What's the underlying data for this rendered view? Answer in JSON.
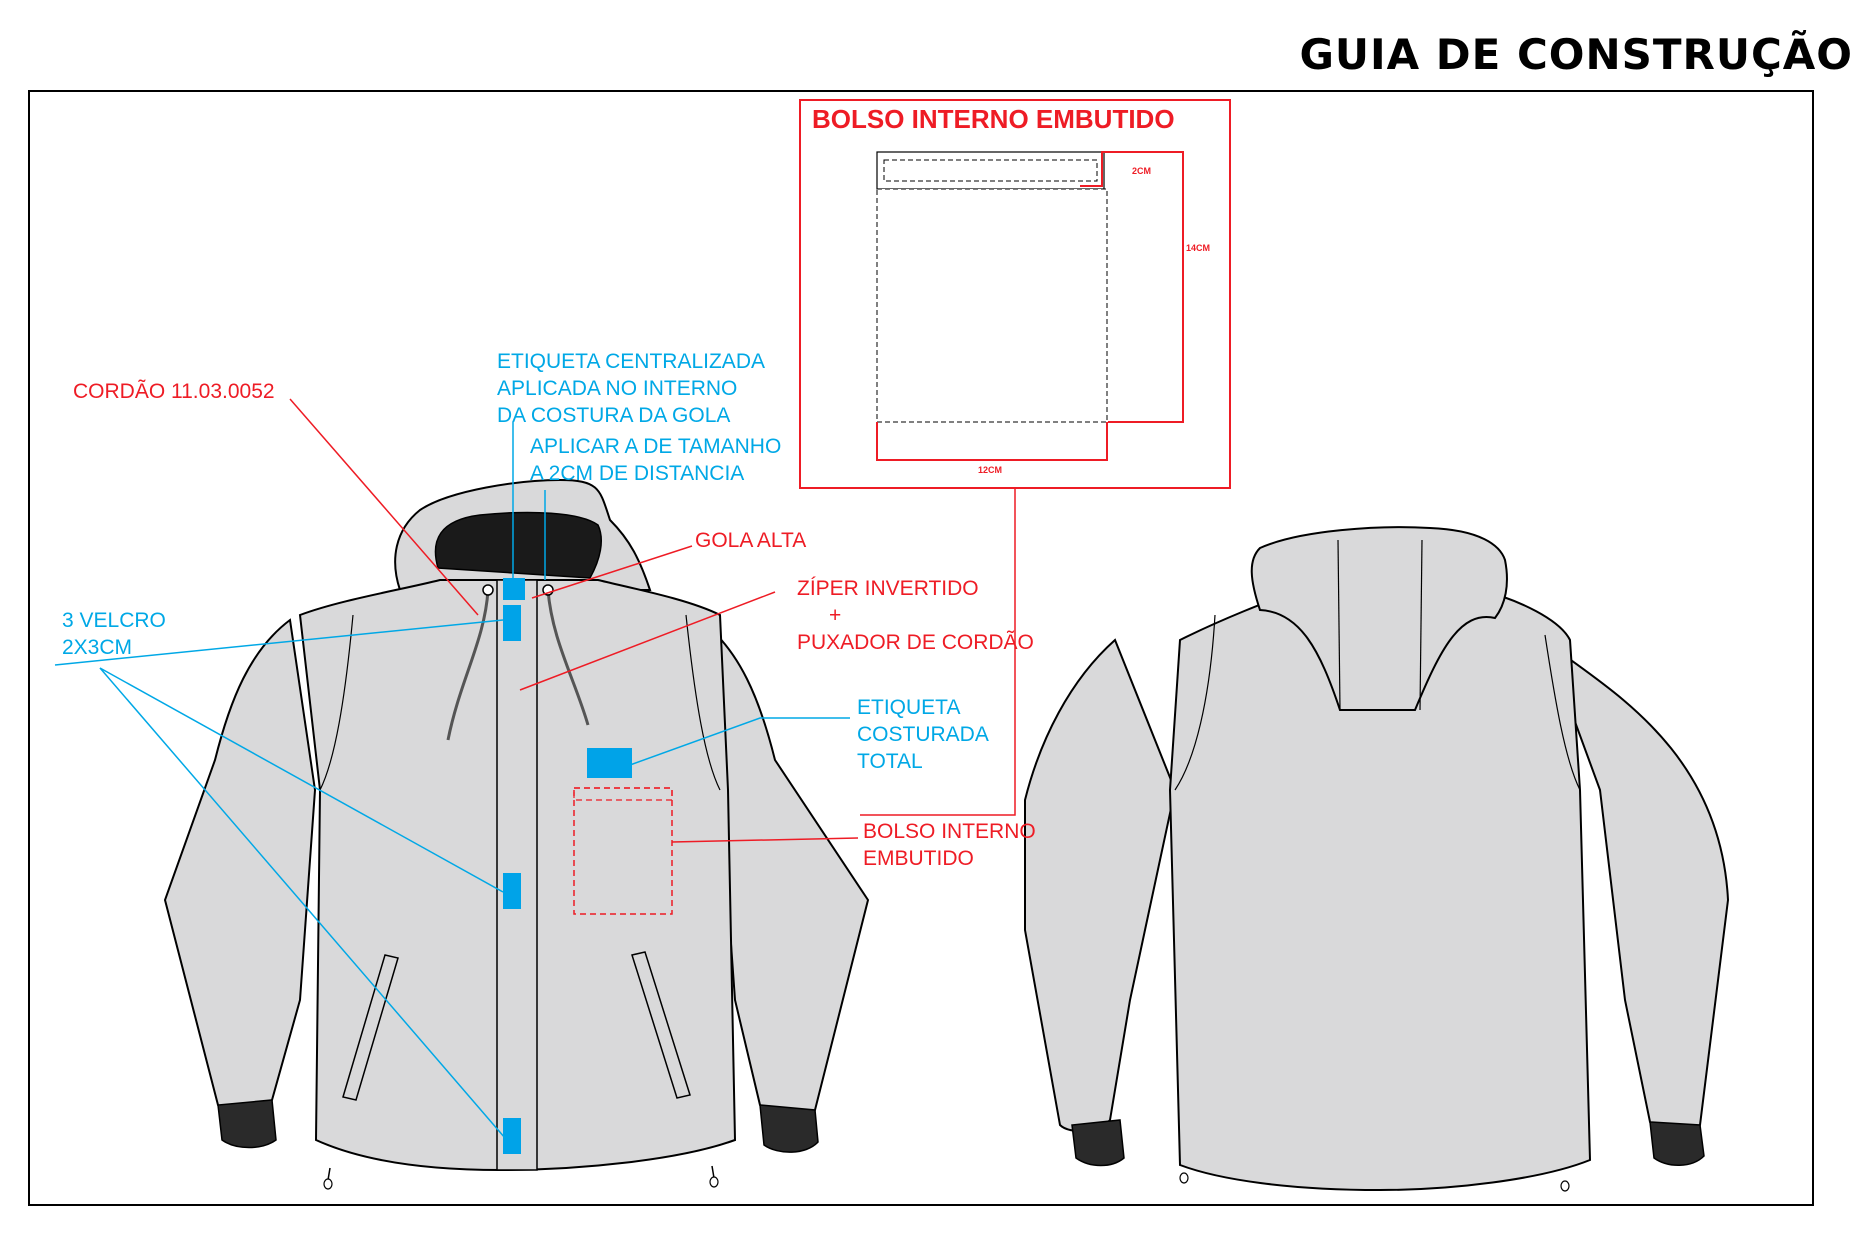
{
  "page": {
    "title": "GUIA DE CONSTRUÇÃO"
  },
  "pocket_detail": {
    "title": "BOLSO INTERNO EMBUTIDO",
    "dim_top": "2CM",
    "dim_height": "14CM",
    "dim_width": "12CM"
  },
  "callouts": {
    "cordao": "CORDÃO 11.03.0052",
    "etiqueta_centralizada": [
      "ETIQUETA CENTRALIZADA",
      "APLICADA NO INTERNO",
      "DA COSTURA DA GOLA"
    ],
    "aplicar_tamanho": [
      "APLICAR A DE TAMANHO",
      "A 2CM DE DISTANCIA"
    ],
    "gola_alta": "GOLA ALTA",
    "ziper": [
      "ZÍPER INVERTIDO",
      "+",
      "PUXADOR DE CORDÃO"
    ],
    "velcro": [
      "3 VELCRO",
      "2X3CM"
    ],
    "etiqueta_costurada": [
      "ETIQUETA",
      "COSTURADA",
      "TOTAL"
    ],
    "bolso_interno": [
      "BOLSO INTERNO",
      "EMBUTIDO"
    ]
  },
  "colors": {
    "garment_fill": "#d9d9da",
    "outline": "#000000",
    "annotation_red": "#ee1c25",
    "annotation_blue": "#00a8e6",
    "patch_blue": "#00a3e8",
    "collar_inner": "#1a1a1a"
  }
}
